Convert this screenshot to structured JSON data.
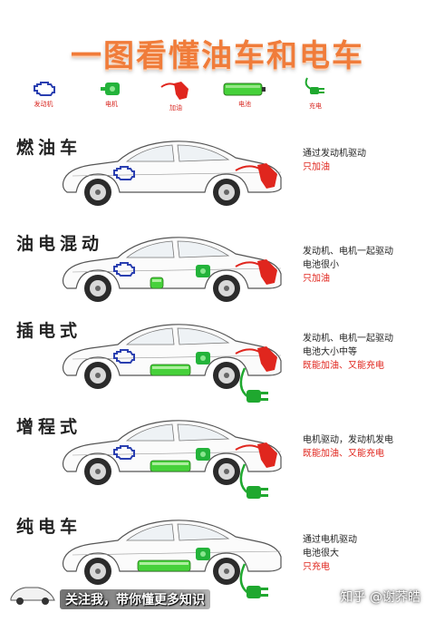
{
  "title": "一图看懂油车和电车",
  "legend": [
    {
      "label": "发动机",
      "icon": "engine-icon"
    },
    {
      "label": "电机",
      "icon": "motor-icon"
    },
    {
      "label": "加油",
      "icon": "fuel-nozzle-icon"
    },
    {
      "label": "电池",
      "icon": "battery-icon"
    },
    {
      "label": "充电",
      "icon": "charging-plug-icon"
    }
  ],
  "rows": [
    {
      "name": "燃油车",
      "lines": [
        "通过发动机驱动"
      ],
      "highlight": "只加油",
      "engine": true,
      "motor": false,
      "battery": "none",
      "fuel": true,
      "plug": false
    },
    {
      "name": "油电混动",
      "lines": [
        "发动机、电机一起驱动",
        "电池很小"
      ],
      "highlight": "只加油",
      "engine": true,
      "motor": true,
      "battery": "small",
      "fuel": true,
      "plug": false
    },
    {
      "name": "插电式",
      "lines": [
        "发动机、电机一起驱动",
        "电池大小中等"
      ],
      "highlight": "既能加油、又能充电",
      "engine": true,
      "motor": true,
      "battery": "medium",
      "fuel": true,
      "plug": true
    },
    {
      "name": "增程式",
      "lines": [
        "电机驱动，发动机发电"
      ],
      "highlight": "既能加油、又能充电",
      "engine": true,
      "motor": true,
      "battery": "medium",
      "fuel": true,
      "plug": true
    },
    {
      "name": "纯电车",
      "lines": [
        "通过电机驱动",
        "电池很大"
      ],
      "highlight": "只充电",
      "engine": false,
      "motor": true,
      "battery": "large",
      "fuel": false,
      "plug": true
    }
  ],
  "footer": {
    "text": "关注我，带你懂更多知识",
    "watermark": "知乎 @谢荞皓"
  },
  "colors": {
    "title": "#f07c3a",
    "engine": "#2a3fb0",
    "motor": "#23b33a",
    "fuel": "#e0261e",
    "battery": "#46d13a",
    "plug": "#1fa82f"
  }
}
